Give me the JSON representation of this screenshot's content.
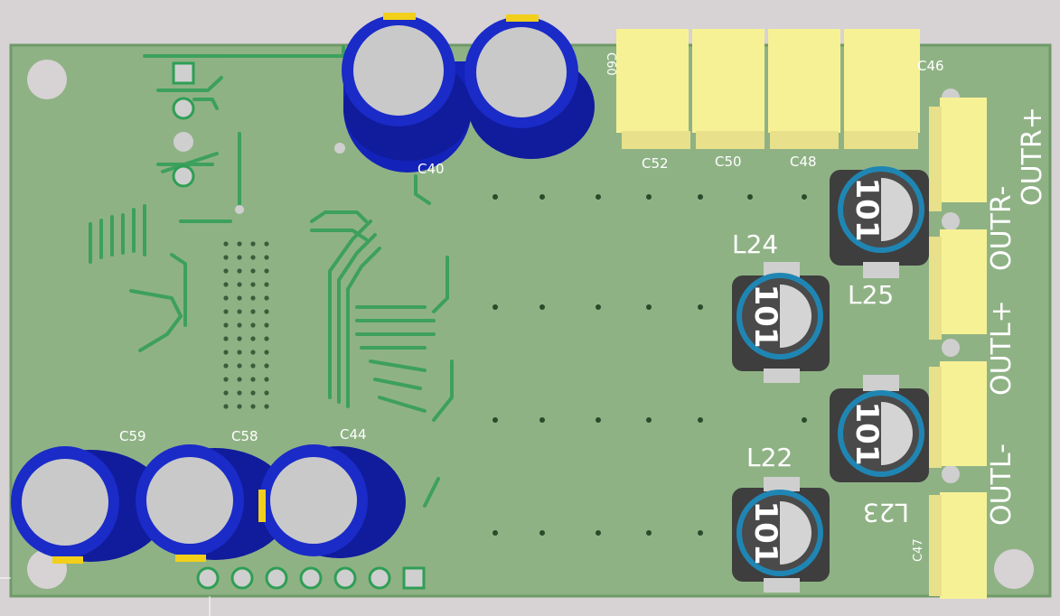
{
  "colors": {
    "background": "#d7d2d4",
    "board": "#8fb285",
    "board_edge": "#6f9a68",
    "trace": "#2f9e55",
    "silkscreen": "#ffffff",
    "electrolytic_body": "#1322b8",
    "electrolytic_top": "#c9c9c9",
    "electrolytic_mark": "#f2cf1a",
    "smd_cap": "#f7f196",
    "inductor_body": "#3e3e3e",
    "inductor_ring": "#1f86b4",
    "pad": "#d6d6d6"
  },
  "silkscreen": {
    "c40": "C40",
    "c44": "C44",
    "c46": "C46",
    "c47": "C47",
    "c48": "C48",
    "c50": "C50",
    "c52": "C52",
    "c58": "C58",
    "c59": "C59",
    "c60": "C60",
    "l22": "L22",
    "l23": "L23",
    "l24": "L24",
    "l25": "L25",
    "outr_plus": "OUTR+",
    "outr_minus": "OUTR-",
    "outl_plus": "OUTL+",
    "outl_minus": "OUTL-"
  },
  "inductor_marking": "101"
}
